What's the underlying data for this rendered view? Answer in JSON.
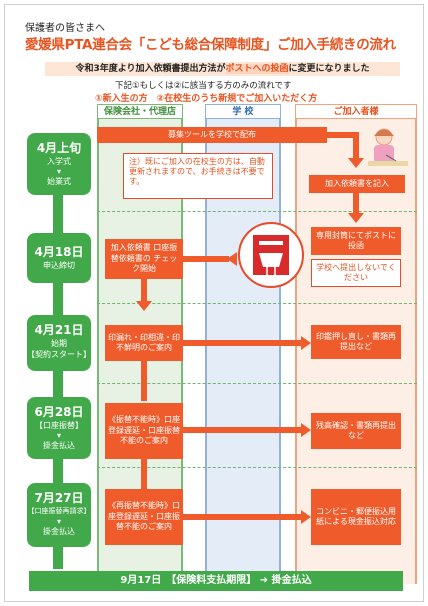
{
  "header": {
    "greeting": "保護者の皆さまへ",
    "title": "愛媛県PTA連合会「こども総合保障制度」ご加入手続きの流れ",
    "notice_pre": "令和3年度より加入依頼書提出方法が",
    "notice_highlight": "ポストへの投函",
    "notice_post": "に変更になりました",
    "instruction": "下記①もしくは②に該当する方のみの流れです",
    "options": "①新入生の方　②在校生のうち新規でご加入いただく方"
  },
  "columns": {
    "insurer": "保険会社・代理店",
    "school": "学 校",
    "member": "ご加入者様"
  },
  "rows": [
    {
      "date": "4月上旬",
      "sub1": "入学式",
      "sub2": "始業式"
    },
    {
      "date": "4月18日",
      "sub1": "申込締切",
      "sub2": ""
    },
    {
      "date": "4月21日",
      "sub1": "始期",
      "sub2": "【契約スタート】"
    },
    {
      "date": "6月28日",
      "sub1": "【口座振替】",
      "sub2": "掛金払込"
    },
    {
      "date": "7月27日",
      "sub1": "【口座振替再請求】",
      "sub2": "掛金払込"
    }
  ],
  "boxes": {
    "distribute": "募集ツールを学校で配布",
    "note_label": "注）",
    "note": "既にご加入の在校生の方は、自動更新されますので、お手続きは不要です。",
    "fill_form": "加入依頼書を記入",
    "post_submit": "専用封筒にてポストに投函",
    "no_school": "学校へ提出しないでください",
    "check": "加入依頼書 口座振替依頼書の チェック開始",
    "reprint_notice": "印漏れ・印相違・印不鮮明のご案内",
    "reprint_member": "印鑑押し直し・書類再提出など",
    "fail1": "《振替不能時》口座登録遅延・口座振替不能のご案内",
    "balance": "残高確認・書類再提出など",
    "fail2": "《再振替不能時》口座登録遅延・口座振替不能のご案内",
    "convenience": "コンビニ・郵便振込用紙による現金振込対応"
  },
  "footer": {
    "date": "9月17日",
    "label": "【保険料支払期限】",
    "action": "掛金払込"
  },
  "colors": {
    "accent": "#ef5b2a",
    "green": "#42a94a",
    "title": "#e8531f"
  }
}
